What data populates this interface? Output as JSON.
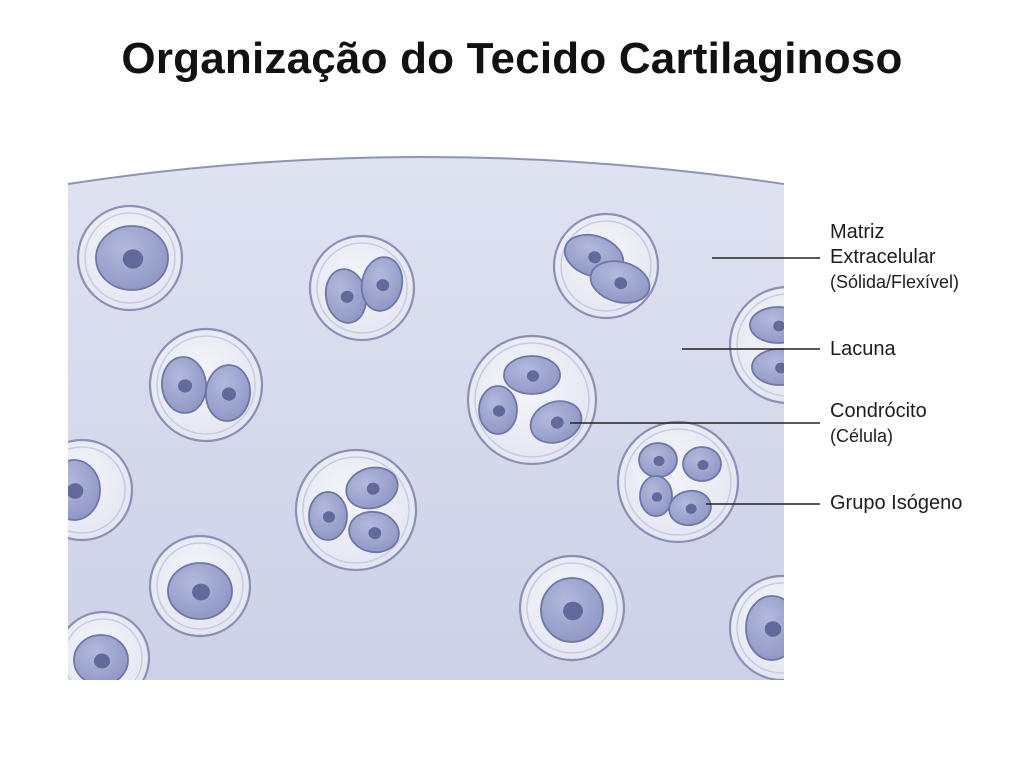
{
  "title": "Organização do Tecido Cartilaginoso",
  "labels": {
    "matrix": {
      "line1": "Matriz",
      "line2": "Extracelular",
      "sub": "(Sólida/Flexível)"
    },
    "lacuna": {
      "line1": "Lacuna"
    },
    "chondrocyte": {
      "line1": "Condrócito",
      "sub": "(Célula)"
    },
    "isogenous_group": {
      "line1": "Grupo Isógeno"
    }
  },
  "colors": {
    "matrix": "#d5d9ec",
    "lacuna": "#e9ebf4",
    "cell": "#9ea6cf",
    "nucleus": "#626a9c",
    "outline": "#8a90b6",
    "leader_line": "#222222"
  }
}
